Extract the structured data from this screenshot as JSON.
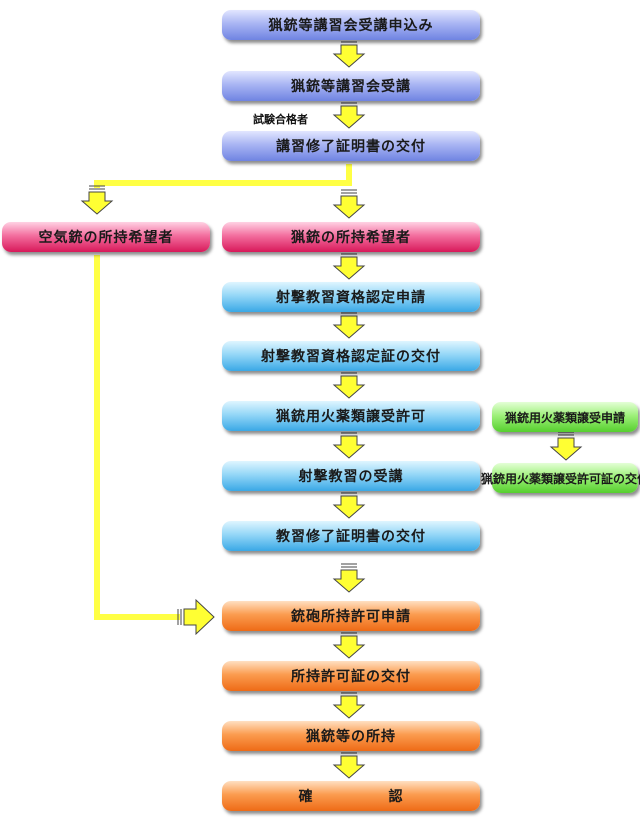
{
  "main_flow": [
    "猟銃等講習会受講申込み",
    "猟銃等講習会受講",
    "講習修了証明書の交付"
  ],
  "pass_note": "試験合格者",
  "air_gun_applicant": "空気銃の所持希望者",
  "shotgun_applicant": "猟銃の所持希望者",
  "shooting_flow": [
    "射撃教習資格認定申請",
    "射撃教習資格認定証の交付",
    "猟銃用火薬類譲受許可",
    "射撃教習の受講",
    "教習修了証明書の交付"
  ],
  "side_flow": [
    "猟銃用火薬類譲受申請",
    "猟銃用火薬類譲受許可証の交付"
  ],
  "final_flow": [
    "銃砲所持許可申請",
    "所持許可証の交付",
    "猟銃等の所持",
    "確　　　　　認"
  ],
  "colors": {
    "blue": "#8a9be9",
    "pink": "#e8397a",
    "cyan": "#6cc3f0",
    "orange": "#f5822f",
    "green": "#7ee256",
    "arrow": "#ffff33",
    "connector": "#ffff44"
  }
}
